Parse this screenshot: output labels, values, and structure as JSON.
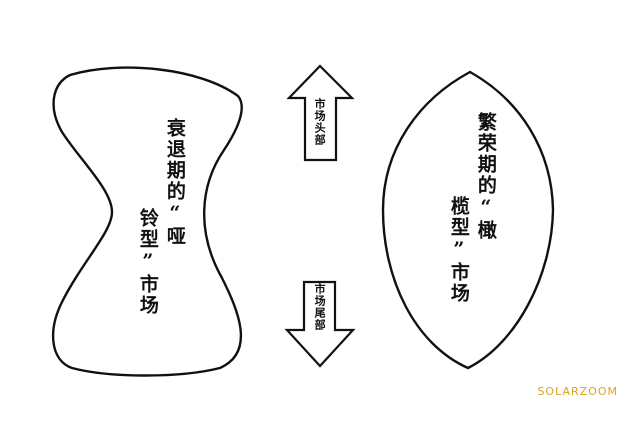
{
  "left_shape": {
    "column1": "衰退期的“哑",
    "column2": "铃型”市场"
  },
  "right_shape": {
    "column1": "繁荣期的“橄",
    "column2": "榄型”市场"
  },
  "arrow_up_label": "市场头部",
  "arrow_down_label": "市场尾部",
  "watermark": "SOLARZOOM",
  "colors": {
    "line": "#111111",
    "background": "#ffffff",
    "watermark": "#e0a020"
  }
}
